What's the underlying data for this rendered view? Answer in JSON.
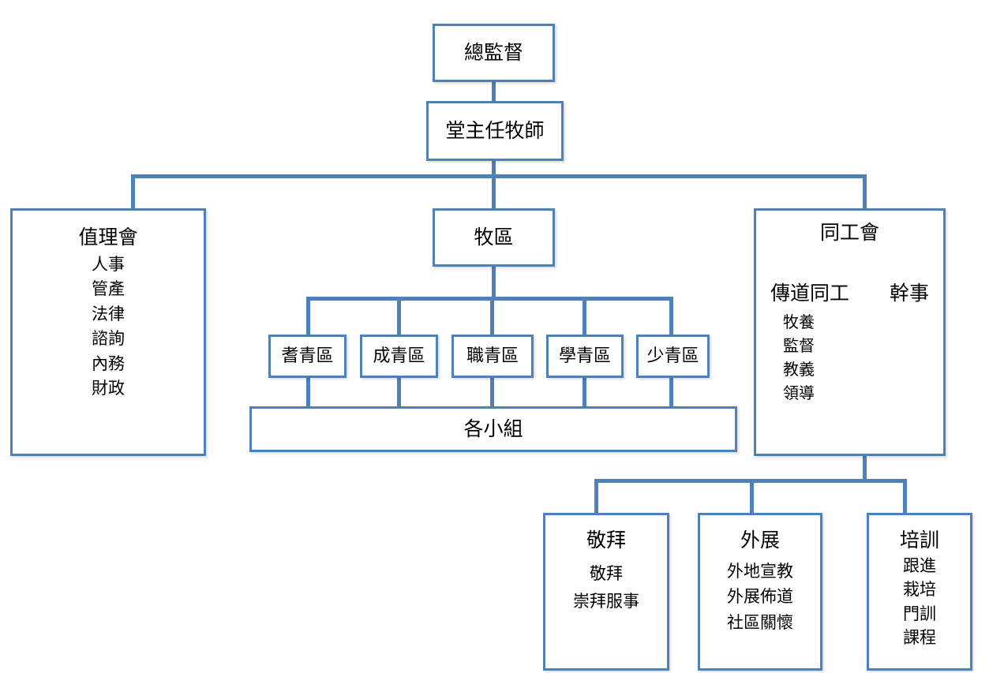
{
  "chart_data": {
    "type": "diagram",
    "title": "",
    "orientation": "top-down",
    "accent_color": "#4E81B8",
    "background_color": "#FFFFFF",
    "nodes": {
      "supervisor": {
        "label": "總監督"
      },
      "pastor": {
        "label": "堂主任牧師"
      },
      "board": {
        "label": "值理會",
        "items": [
          "人事",
          "管產",
          "法律",
          "諮詢",
          "內務",
          "財政"
        ]
      },
      "district": {
        "label": "牧區"
      },
      "zones": [
        {
          "label": "耆青區"
        },
        {
          "label": "成青區"
        },
        {
          "label": "職青區"
        },
        {
          "label": "學青區"
        },
        {
          "label": "少青區"
        }
      ],
      "groups": {
        "label": "各小組"
      },
      "coworker": {
        "label": "同工會",
        "left": {
          "label": "傳道同工",
          "items": [
            "牧養",
            "監督",
            "教義",
            "領導"
          ]
        },
        "right": {
          "label": "幹事"
        }
      },
      "worship": {
        "label": "敬拜",
        "items": [
          "敬拜",
          "崇拜服事"
        ]
      },
      "outreach": {
        "label": "外展",
        "items": [
          "外地宣教",
          "外展佈道",
          "社區關懷"
        ]
      },
      "training": {
        "label": "培訓",
        "items": [
          "跟進",
          "栽培",
          "門訓",
          "課程"
        ]
      }
    }
  }
}
